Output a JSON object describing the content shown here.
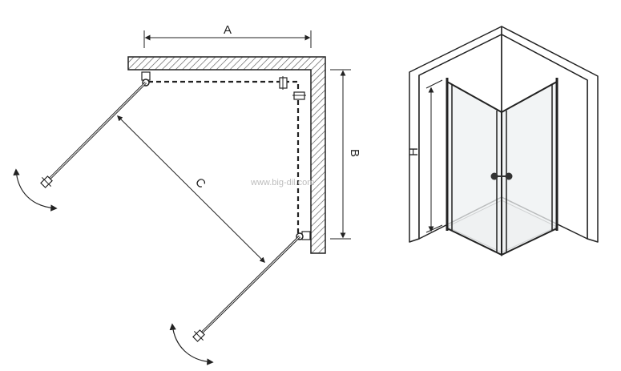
{
  "plan_view": {
    "dimension_a": "A",
    "dimension_b": "B",
    "dimension_c": "C"
  },
  "perspective_view": {
    "dimension_h": "H"
  },
  "watermark": "www.big-dil.com",
  "colors": {
    "line": "#222222",
    "hatch": "#555555",
    "wall_face": "#ffffff",
    "glass": "#eef0f2",
    "watermark": "#bdbdbd"
  }
}
